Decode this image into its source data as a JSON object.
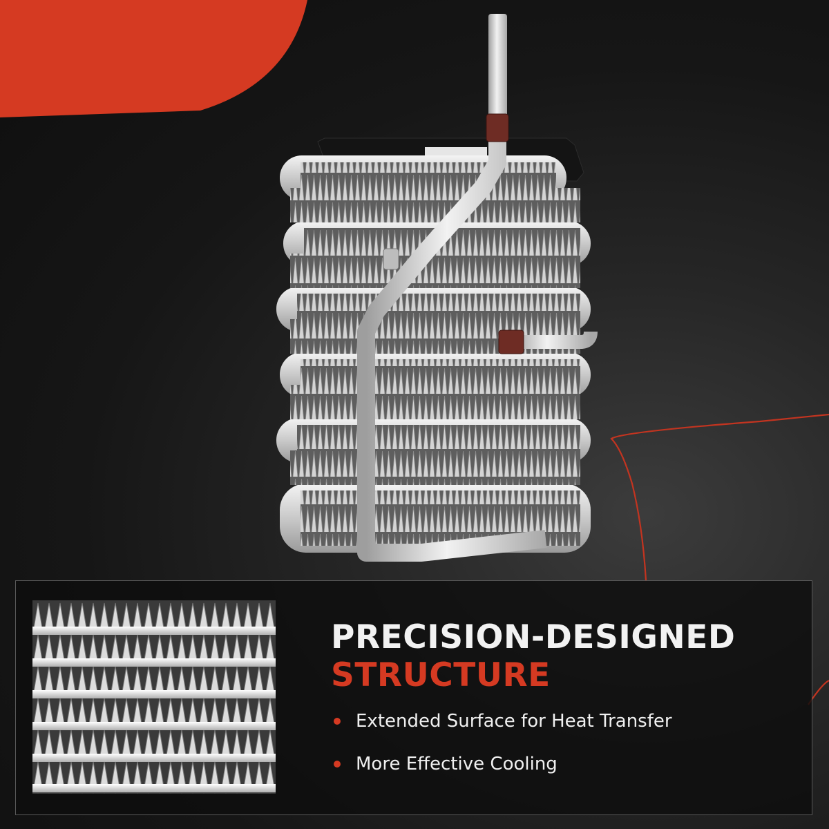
{
  "headline": {
    "line1": "PRECISION-DESIGNED",
    "line2": "STRUCTURE"
  },
  "features": [
    {
      "text": "Extended Surface for Heat Transfer",
      "icon": "bullet-dot-icon"
    },
    {
      "text": "More Effective Cooling",
      "icon": "bullet-dot-icon"
    }
  ],
  "colors": {
    "accent": "#d53a22",
    "background": "#141414",
    "headline": "#f2f2f2",
    "body_text": "#f0f0f0"
  }
}
